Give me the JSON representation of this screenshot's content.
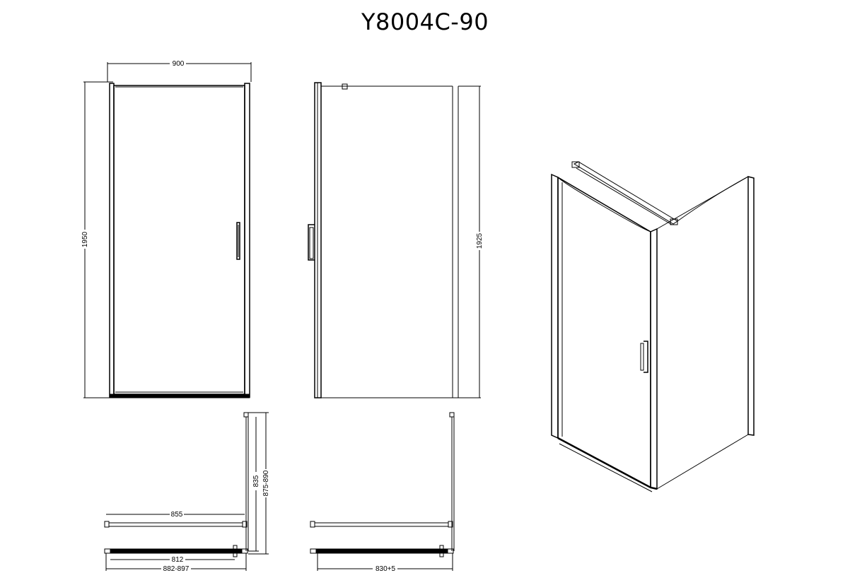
{
  "title": "Y8004C-90",
  "dimensions": {
    "front_width": "900",
    "front_height": "1950",
    "side_height": "1925",
    "plan_side_inner": "835",
    "plan_side_outer": "875-890",
    "plan_fixed_panel": "855",
    "plan_door_inner": "812",
    "plan_door_outer": "882-897",
    "plan2_door": "830+5"
  }
}
